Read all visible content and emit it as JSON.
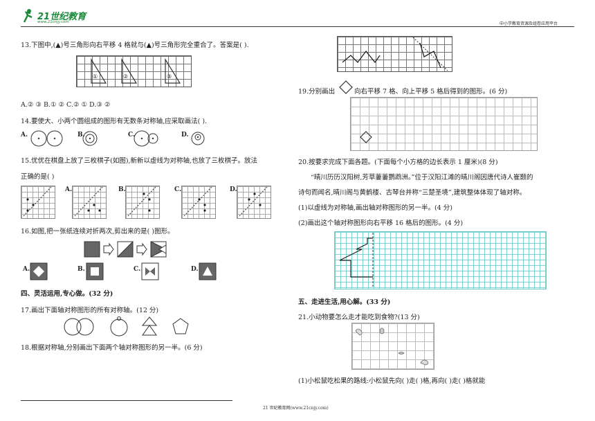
{
  "header": {
    "logo_text": "21世纪教育",
    "logo_sub": "www.21cnjy.com",
    "right_text": "中小学教育资源及组卷应用平台"
  },
  "footer": {
    "text": "21 世纪教育网(www.21cnjy.com)"
  },
  "left": {
    "q13": "13.下图中,(▲)号三角形向右平移 4 格就与(▲)号三角形完全重合了。答案是(    ).",
    "q13_labels": [
      "①",
      "②",
      "③"
    ],
    "q13_options": "A.②    ③        B.①    ②        C.②    ①        D.③    ②",
    "q14": "14.要使大、小两个圆组成的图形有无数条对称轴,应采取画法(     ).",
    "q14_opts": [
      "A.",
      "B.",
      "C.",
      "D."
    ],
    "q15_line1": "15.优优在棋盘上放了三枚棋子(如图),新新以虚线为对称轴,也放了三枚棋子。放法",
    "q15_line2": "正确的是(    )",
    "q15_opts": [
      "A.",
      "B.",
      "C.",
      "D."
    ],
    "q16": "16.如图,把一张纸连续对折两次,剪出来的是(    )图形。",
    "q16_opts": [
      "A.",
      "B.",
      "C.",
      "D."
    ],
    "section4": "四、灵活运用,专心做。(32 分)",
    "q17": "17.画出下面轴对称图形的所有对称轴。(12 分)",
    "q18": "18.根据对称轴,分别画出下面两个轴对称图形的另一半。(6 分)"
  },
  "right": {
    "q19_a": "19.分别画出",
    "q19_b": "向右平移 7 格、向上平移 5 格后得到的图形。(6 分)",
    "q20": "20.按要求完成下面各题。(下面每个小方格的边长表示 1 厘米)(8 分)",
    "q20_p1": "“晴川历历汉阳树,芳草萋萋鹦鹉洲。”位于汉阳江滩的晴川阁因唐代诗人崔颢的",
    "q20_p2": "诗句而闻名,晴川阁与黄鹤楼、古琴台并称“三楚圣境”,建筑整体体现了轴对称。",
    "q20_s1": "(1)以虚线为对称轴,画出轴对称图形的另一半。(4 分)",
    "q20_s2": "(2)画出这个轴对称图形向右平移 16 格后的图形。(4 分)",
    "section5": "五、走进生活,用心解。(33 分)",
    "q21": "21.小动物要怎么走才能吃到食物?(13 分)",
    "q21_s1": "(1)小松鼠吃松果的路线:小松鼠先向(      )走(    )格,再向(      )走(    )格就能"
  }
}
